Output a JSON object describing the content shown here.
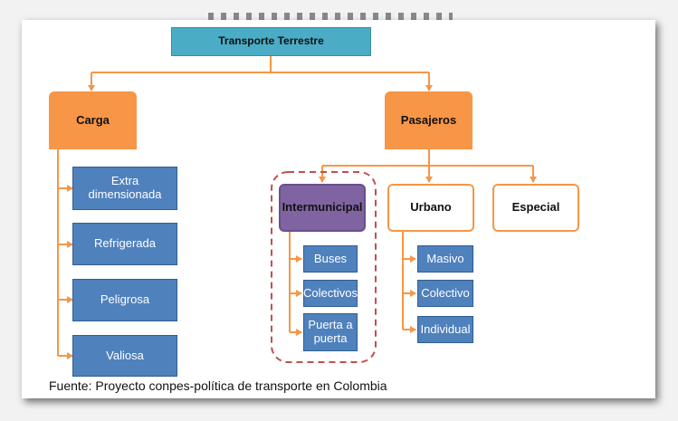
{
  "title": "Transporte Terrestre",
  "carga": {
    "label": "Carga",
    "items": [
      "Extra dimensionada",
      "Refrigerada",
      "Peligrosa",
      "Valiosa"
    ]
  },
  "pasajeros": {
    "label": "Pasajeros",
    "intermunicipal": {
      "label": "Intermunicipal",
      "items": [
        "Buses",
        "Colectivos",
        "Puerta a puerta"
      ]
    },
    "urbano": {
      "label": "Urbano",
      "items": [
        "Masivo",
        "Colectivo",
        "Individual"
      ]
    },
    "especial": {
      "label": "Especial"
    }
  },
  "source": "Fuente: Proyecto conpes-política de transporte en Colombia",
  "colors": {
    "connector": "#f79646",
    "top": "#4bacc6",
    "category": "#f79646",
    "leaf": "#4f81bd",
    "intermunicipal": "#8064a2",
    "highlight_border": "#c0504d"
  }
}
